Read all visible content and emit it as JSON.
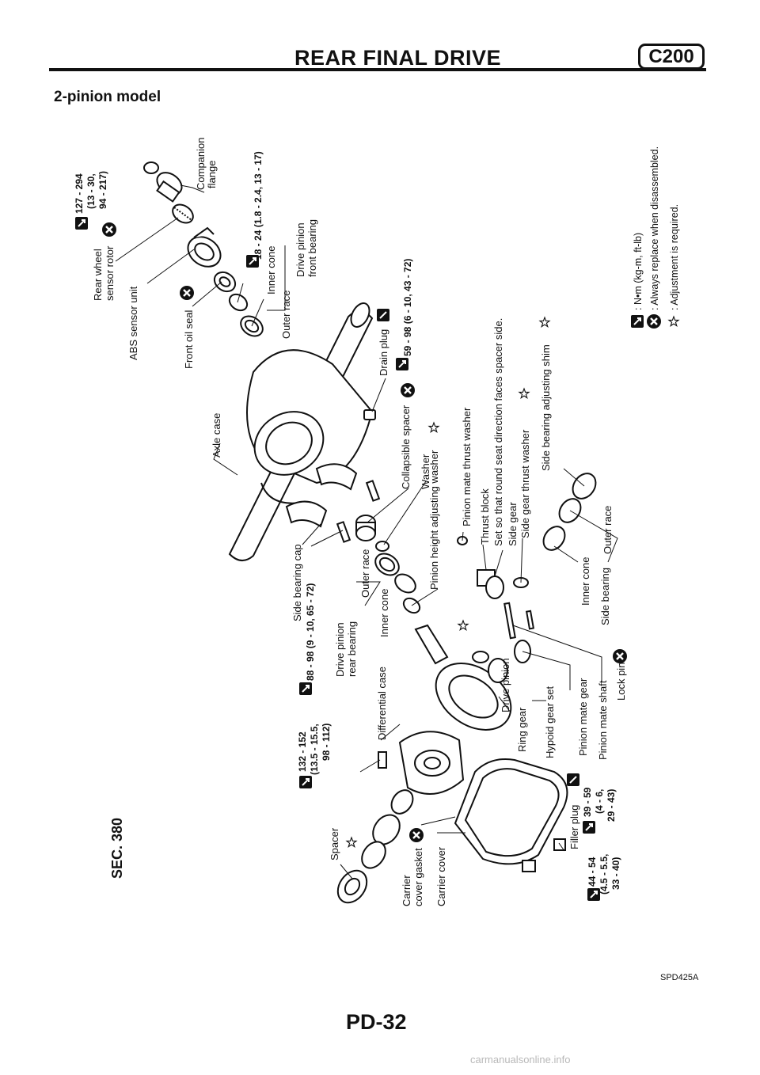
{
  "header": {
    "title": "REAR FINAL DRIVE",
    "code": "C200"
  },
  "model_title": "2-pinion model",
  "section": "SEC. 380",
  "parts": {
    "companion_flange": [
      "Companion",
      "flange"
    ],
    "rear_wheel_sensor_rotor": [
      "Rear wheel",
      "sensor rotor"
    ],
    "abs_sensor_unit": "ABS sensor unit",
    "front_oil_seal": "Front oil seal",
    "inner_cone_front": "Inner cone",
    "outer_race_front": "Outer race",
    "drive_pinion_front_bearing": [
      "Drive pinion",
      "front bearing"
    ],
    "axle_case": "Axle case",
    "drain_plug": "Drain plug",
    "collapsible_spacer": "Collapsible spacer",
    "washer": "Washer",
    "pinion_height_adjusting_washer": "Pinion height adjusting washer",
    "pinion_mate_thrust_washer": "Pinion mate thrust washer",
    "thrust_block": "Thrust block",
    "thrust_block_note": "Set so that round seat direction faces spacer side.",
    "side_gear": "Side gear",
    "side_gear_thrust_washer": "Side gear thrust washer",
    "side_bearing_adjusting_shim": "Side bearing adjusting shim",
    "side_bearing_cap": "Side bearing cap",
    "outer_race_rear": "Outer race",
    "inner_cone_rear": "Inner cone",
    "drive_pinion_rear_bearing": [
      "Drive pinion",
      "rear bearing"
    ],
    "differential_case": "Differential case",
    "drive_pinion": "Drive pinion",
    "ring_gear": "Ring gear",
    "hypoid_gear_set": "Hypoid gear set",
    "pinion_mate_gear": "Pinion mate gear",
    "pinion_mate_shaft": "Pinion mate shaft",
    "lock_pin": "Lock pin",
    "inner_cone_side": "Inner cone",
    "outer_race_side": "Outer race",
    "side_bearing": "Side bearing",
    "spacer": "Spacer",
    "carrier_cover_gasket": [
      "Carrier",
      "cover gasket"
    ],
    "carrier_cover": "Carrier cover",
    "filler_plug": "Filler plug"
  },
  "torques": {
    "companion_nut": [
      "127 - 294",
      "(13 - 30,",
      "94 - 217)"
    ],
    "abs_bolt": "18 - 24 (1.8 - 2.4, 13 - 17)",
    "drain_plug": "59 - 98 (6 - 10, 43 - 72)",
    "side_cap_bolt": "88 - 98 (9 - 10, 65 - 72)",
    "ring_gear_bolt": [
      "132 - 152",
      "(13.5 - 15.5,",
      "98 - 112)"
    ],
    "filler_plug": [
      "39 - 59",
      "(4 - 6,",
      "29 - 43)"
    ],
    "cover_bolt": [
      "44 - 54",
      "(4.5 - 5.5,",
      "33 - 40)"
    ]
  },
  "legend": {
    "torque": ": N•m (kg-m, ft-lb)",
    "replace": ": Always replace when disassembled.",
    "adjust": ": Adjustment is required."
  },
  "figure_id": "SPD425A",
  "page_number": "PD-32",
  "watermark": "carmanualsonline.info"
}
